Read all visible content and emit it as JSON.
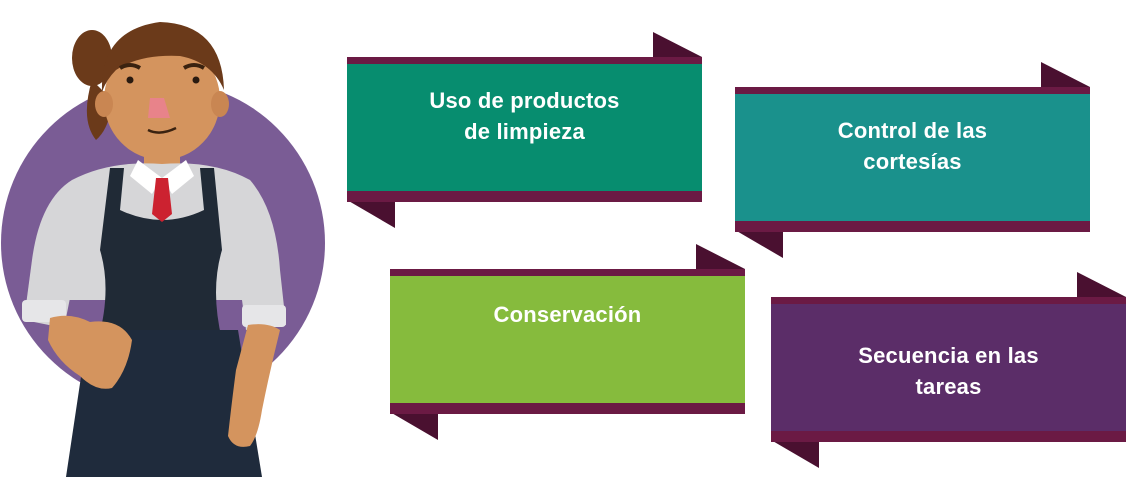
{
  "colors": {
    "circle": "#7a5c95",
    "ribbon_trim": "#6b1a44",
    "ribbon_fold": "#4a1030"
  },
  "character": {
    "name": "waitress-icon"
  },
  "banners": [
    {
      "label": "Uso de productos\nde limpieza",
      "color": "#078d6f"
    },
    {
      "label": "Control de las\ncortesías",
      "color": "#1a918c"
    },
    {
      "label": "Conservación",
      "color": "#86bb3d"
    },
    {
      "label": "Secuencia en las\ntareas",
      "color": "#5b2d68"
    }
  ]
}
